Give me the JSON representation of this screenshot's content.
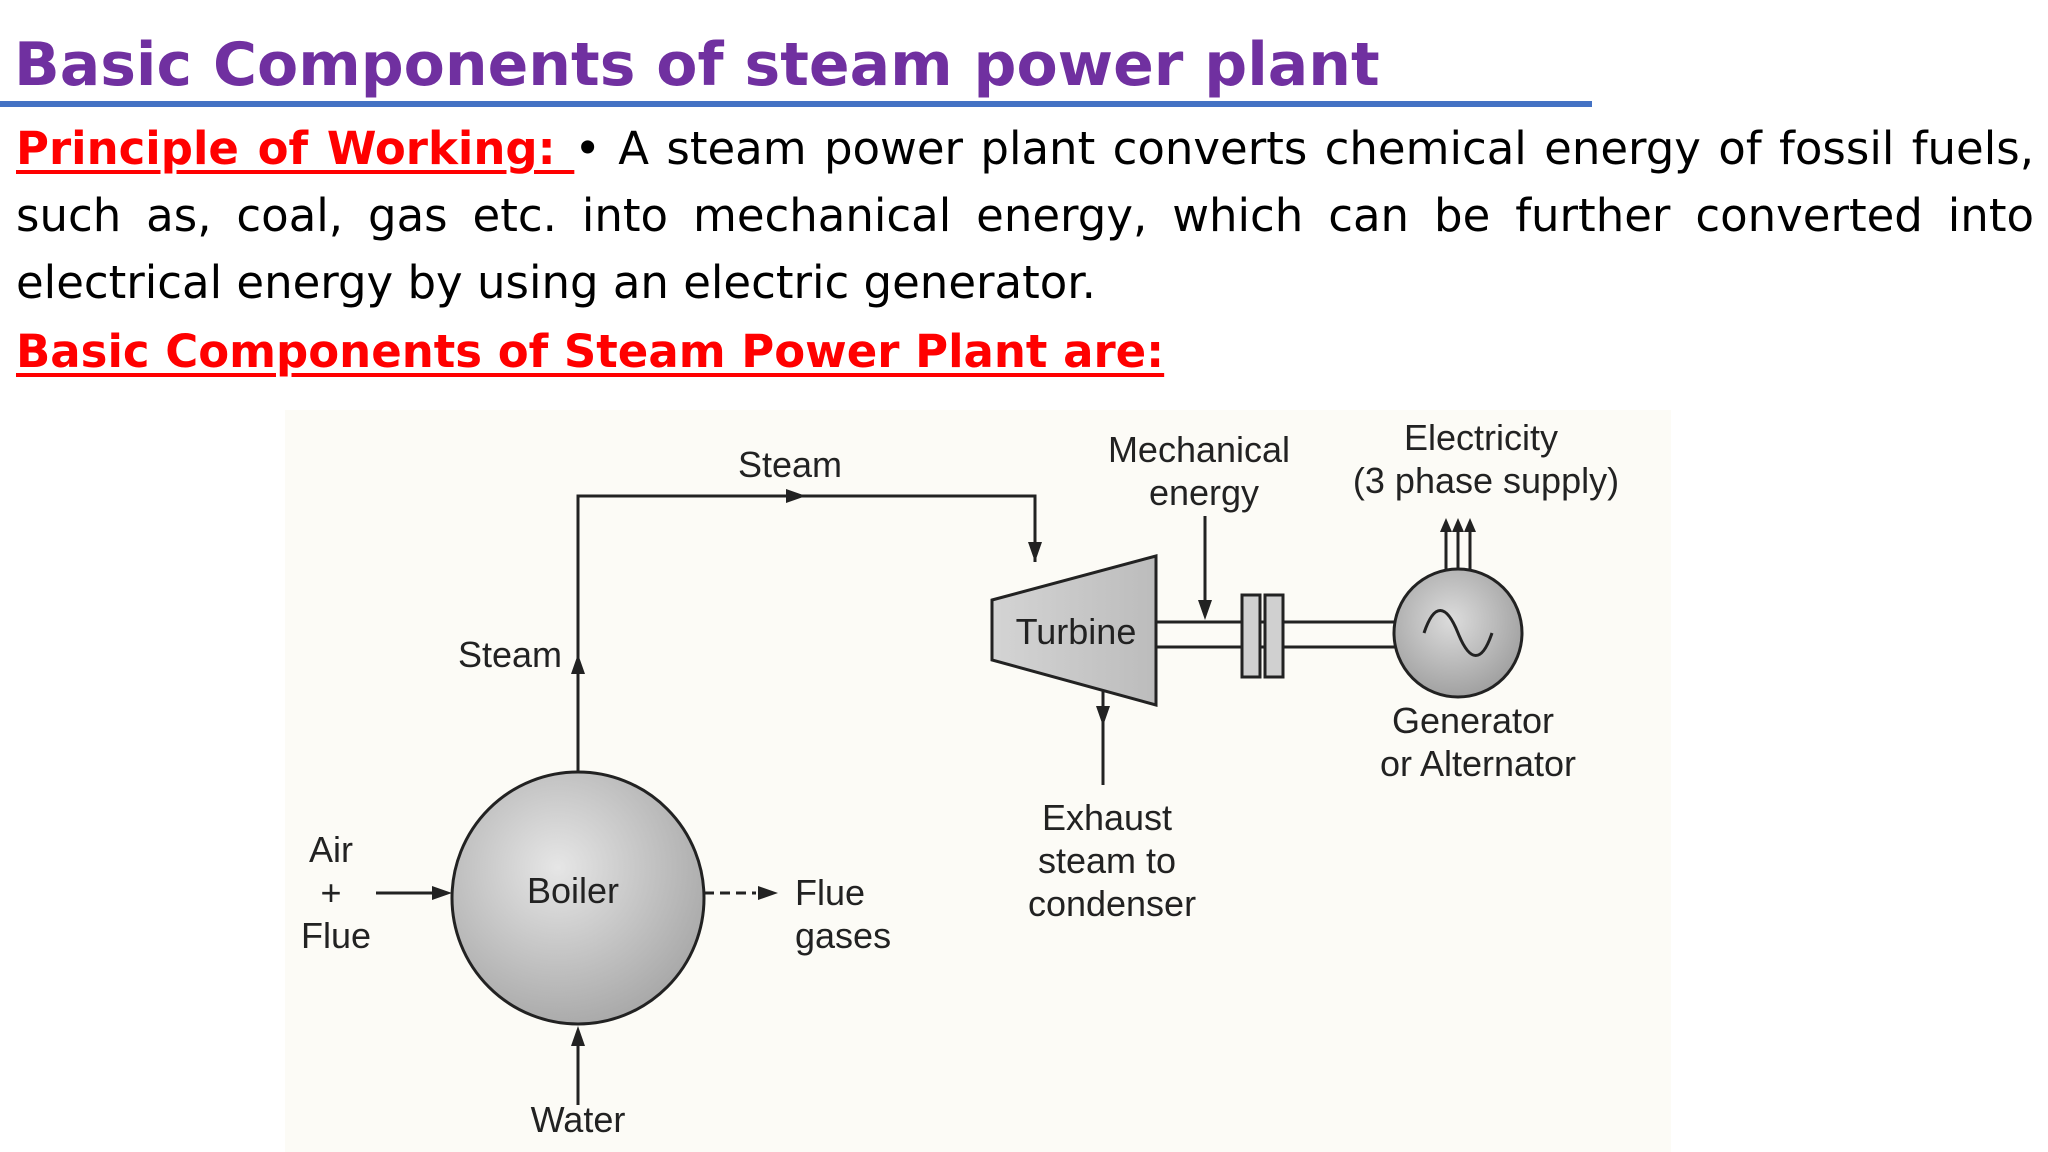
{
  "slide": {
    "title": "Basic Components of steam power plant",
    "principle_label": "Principle of Working: ",
    "principle_text": "• A steam power plant converts chemical energy of fossil fuels, such as, coal, gas etc. into mechanical energy, which can be further converted into electrical energy by using an electric generator.",
    "components_heading": "Basic Components of Steam Power Plant are:"
  },
  "colors": {
    "title": "#7030a0",
    "rule": "#4472c4",
    "red_label": "#ff0000"
  },
  "diagram": {
    "steam_top_label": "Steam",
    "steam_left_label": "Steam",
    "mechanical_energy_lines": [
      "Mechanical",
      "energy"
    ],
    "electricity_lines": [
      "Electricity",
      "(3 phase supply)"
    ],
    "turbine_label": "Turbine",
    "generator_lines": [
      "Generator",
      "or Alternator"
    ],
    "exhaust_lines": [
      "Exhaust",
      "steam to",
      "condenser"
    ],
    "air_flue_lines": [
      "Air",
      "+",
      "Flue"
    ],
    "boiler_label": "Boiler",
    "flue_gases_lines": [
      "Flue",
      "gases"
    ],
    "water_label": "Water",
    "icons": {
      "generator_symbol": "sine-wave-icon",
      "three_phase_arrows": "up-arrows-icon"
    }
  }
}
